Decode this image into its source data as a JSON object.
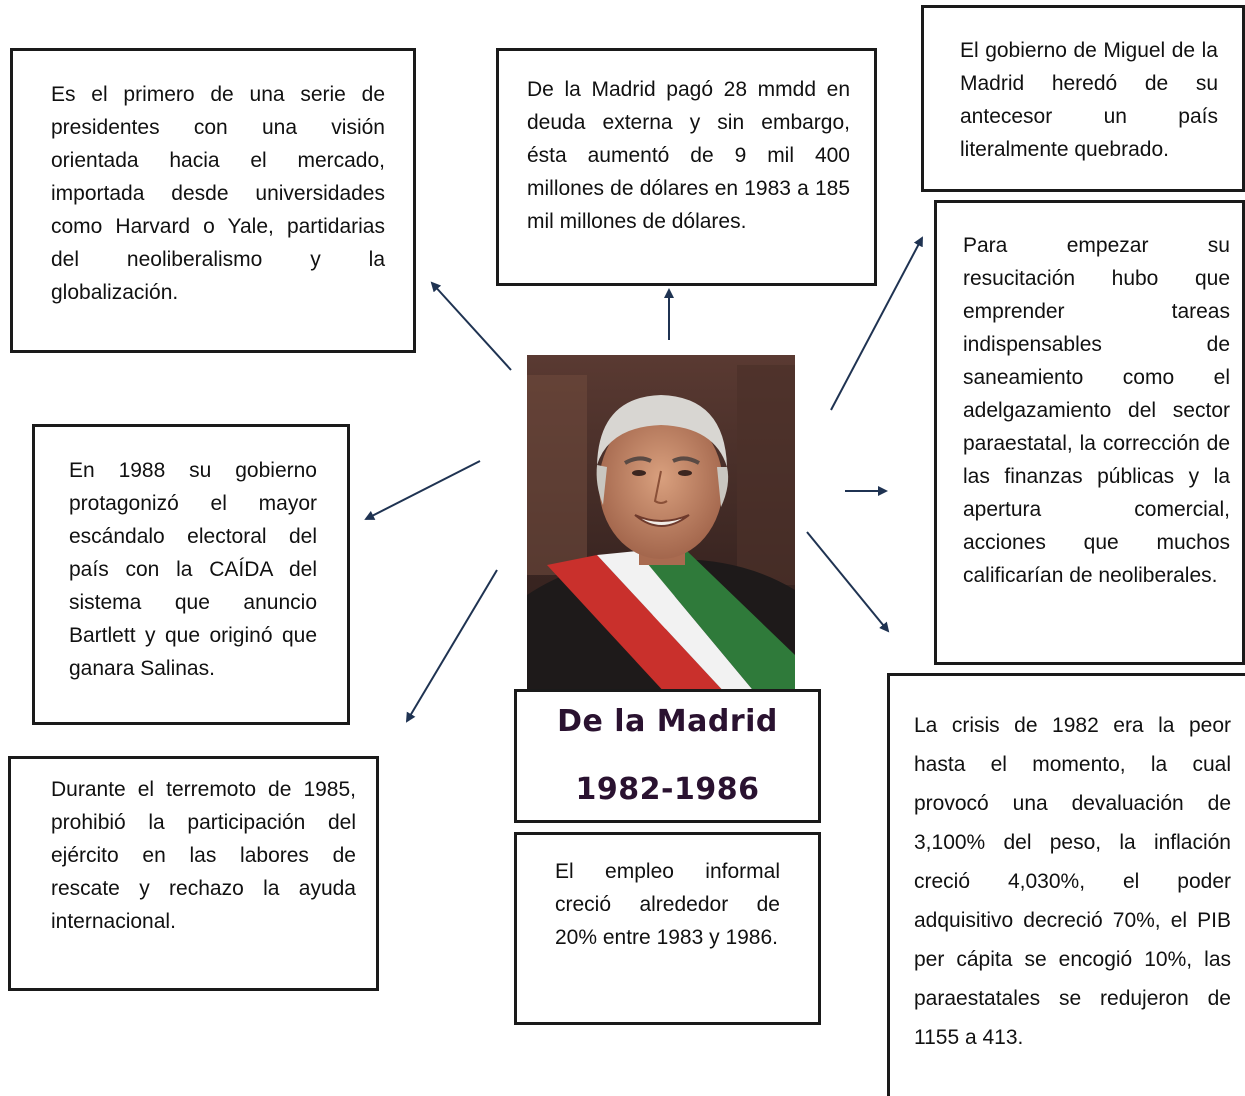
{
  "center": {
    "name": "De la Madrid",
    "years": "1982-1986"
  },
  "boxes": {
    "top_left": "Es el primero de una serie de presidentes con una visión orientada hacia el mercado, importada desde universidades como Harvard o Yale, partidarias del neoliberalismo y la globalización.",
    "top_center": "De la Madrid pagó 28 mmdd en deuda externa y sin embargo, ésta aumentó de 9 mil 400 millones de dólares en 1983 a 185 mil millones de dólares.",
    "top_right": "El gobierno de Miguel de la Madrid heredó de su antecesor un país literalmente quebrado.",
    "right": "Para empezar su resucitación hubo que emprender tareas indispensables de saneamiento como el adelgazamiento del sector paraestatal, la corrección de las finanzas públicas y la apertura comercial, acciones que muchos calificarían de neoliberales.",
    "middle_left": "En 1988 su gobierno protagonizó el mayor escándalo electoral del país con la CAÍDA del sistema que anuncio Bartlett y que originó que ganara Salinas.",
    "bottom_left": "Durante el terremoto de 1985, prohibió la participación del ejército en las labores de rescate y rechazo la ayuda internacional.",
    "bottom_center": "El empleo informal creció alrededor de 20% entre 1983 y 1986.",
    "bottom_right": "La crisis de 1982 era la peor hasta el momento, la cual provocó una devaluación de 3,100% del peso, la inflación creció 4,030%, el poder adquisitivo decreció 70%, el PIB per cápita se encogió 10%, las paraestatales se redujeron de 1155 a 413."
  },
  "colors": {
    "arrow": "#1f3352",
    "border": "#1a1a1a",
    "title": "#2a1230"
  }
}
